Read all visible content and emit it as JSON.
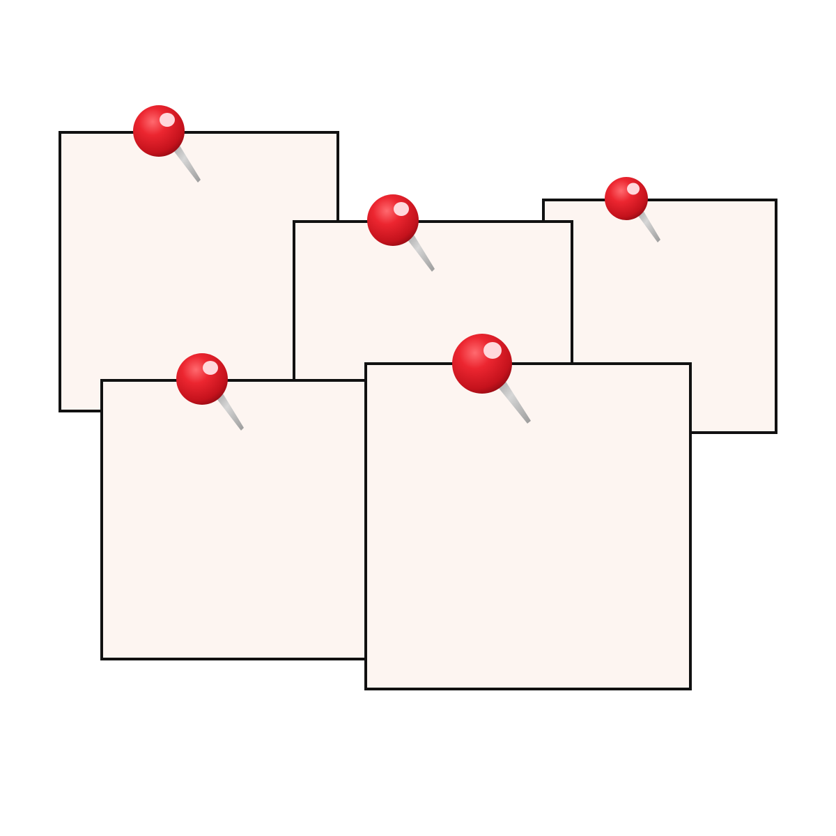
{
  "board": {
    "background_color": "#ffffff",
    "note_color": "#fdf5f1",
    "note_border_color": "#111111",
    "pin_color": "#e8232b",
    "pin_needle_color": "#b8b8b8"
  },
  "notes": [
    {
      "name": "sticky-note-1",
      "text": ""
    },
    {
      "name": "sticky-note-2",
      "text": ""
    },
    {
      "name": "sticky-note-3",
      "text": ""
    },
    {
      "name": "sticky-note-4",
      "text": ""
    },
    {
      "name": "sticky-note-5",
      "text": ""
    }
  ],
  "pins": [
    {
      "icon": "pushpin-icon"
    },
    {
      "icon": "pushpin-icon"
    },
    {
      "icon": "pushpin-icon"
    },
    {
      "icon": "pushpin-icon"
    },
    {
      "icon": "pushpin-icon"
    }
  ]
}
